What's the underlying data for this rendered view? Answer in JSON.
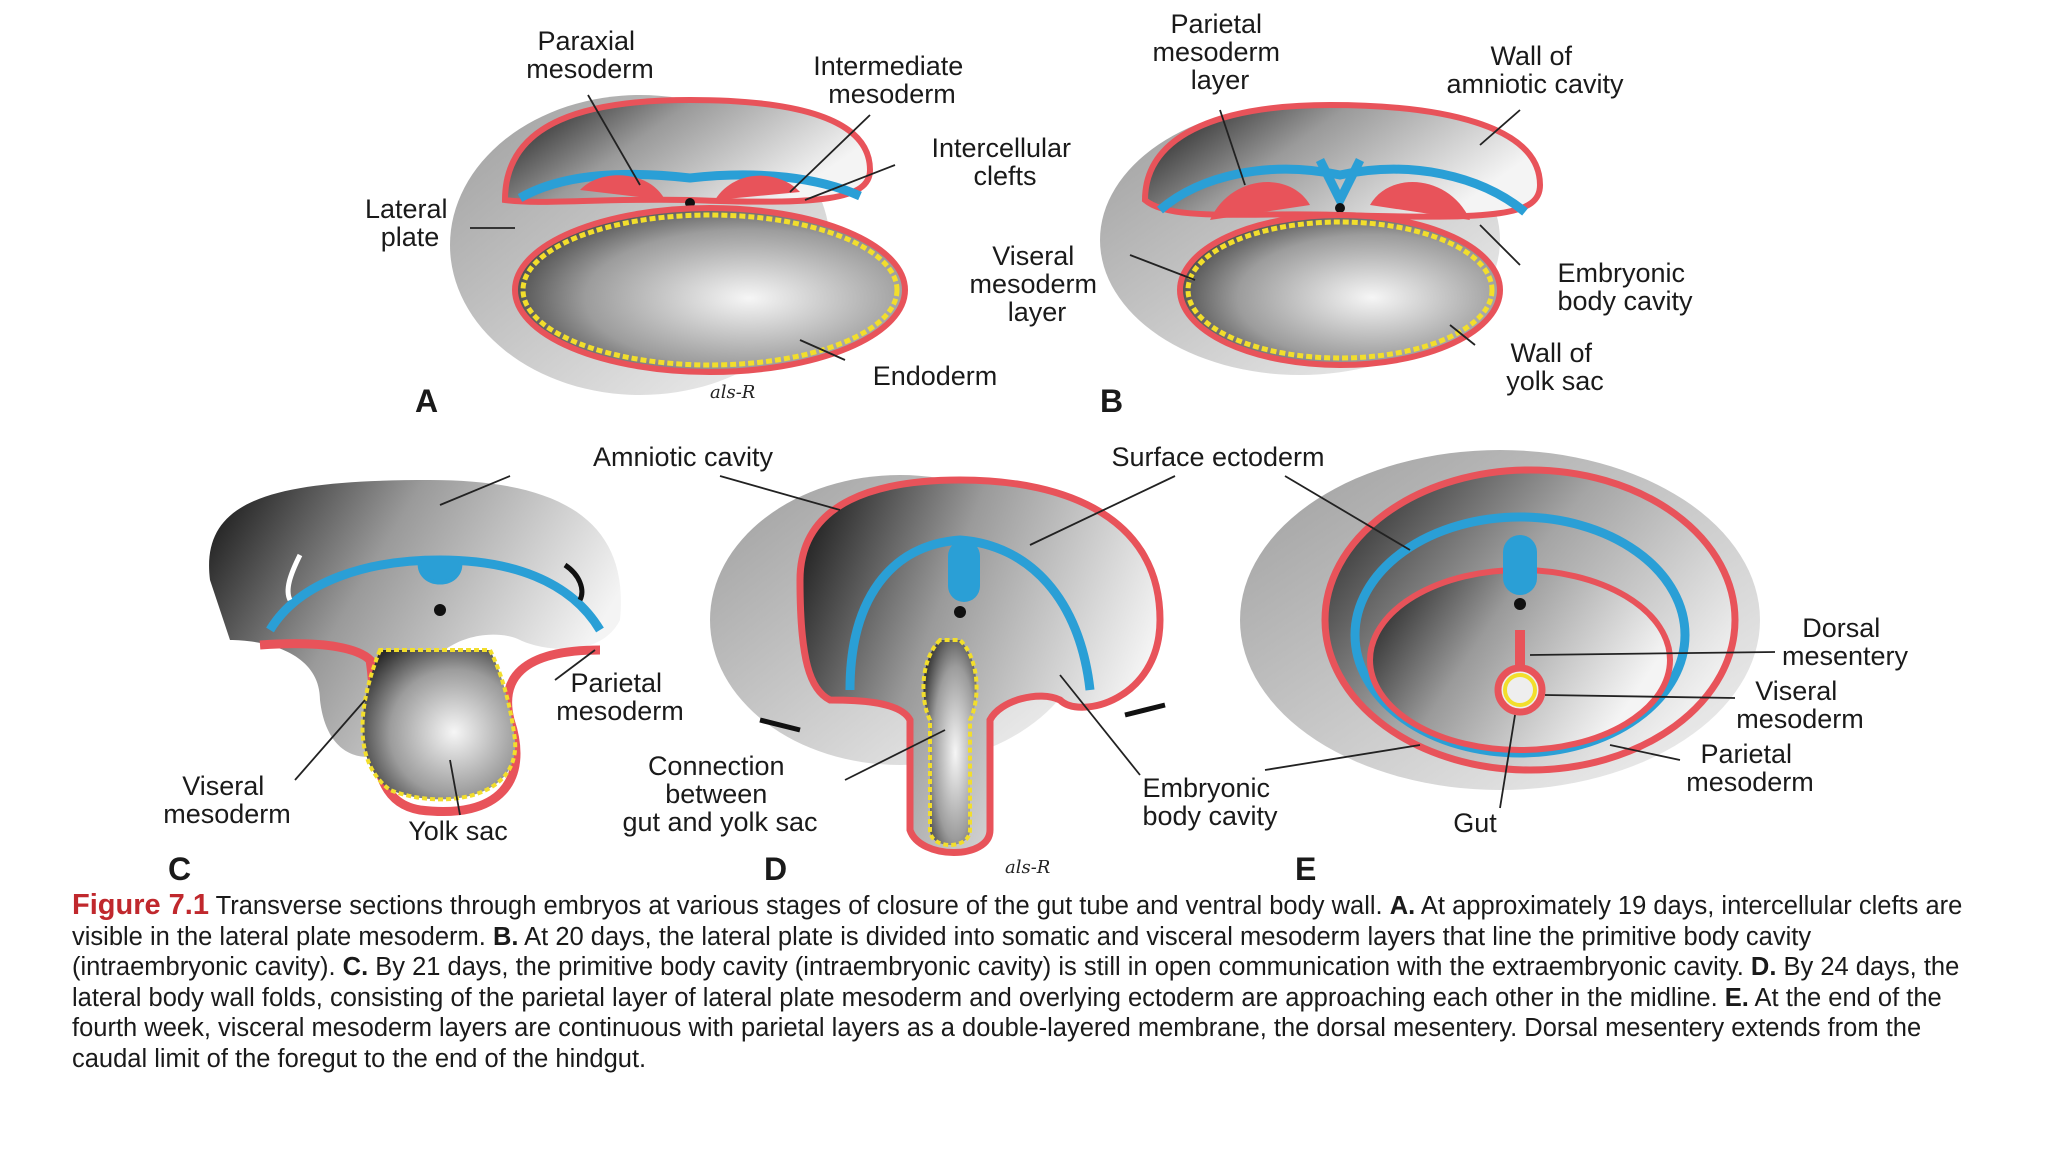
{
  "labels": {
    "paraxial": [
      "Paraxial",
      "mesoderm"
    ],
    "intermediate": [
      "Intermediate",
      "mesoderm"
    ],
    "intercellular": [
      "Intercellular",
      "clefts"
    ],
    "lateral_plate": [
      "Lateral",
      "plate"
    ],
    "endoderm": "Endoderm",
    "parietal_layer_b": [
      "Parietal",
      "mesoderm",
      "layer"
    ],
    "wall_amniotic": [
      "Wall of",
      "amniotic cavity"
    ],
    "visceral_layer_b": [
      "Viseral",
      "mesoderm",
      "layer"
    ],
    "embryonic_body_cavity_b": [
      "Embryonic",
      "body cavity"
    ],
    "wall_yolk_sac": [
      "Wall of",
      "yolk sac"
    ],
    "amniotic_cavity": "Amniotic cavity",
    "surface_ectoderm": "Surface ectoderm",
    "parietal_c": [
      "Parietal",
      "mesoderm"
    ],
    "visceral_c": [
      "Viseral",
      "mesoderm"
    ],
    "yolk_sac": "Yolk sac",
    "connection": [
      "Connection",
      "between",
      "gut and yolk sac"
    ],
    "embryonic_body_cavity_d": [
      "Embryonic",
      "body cavity"
    ],
    "dorsal_mesentery": [
      "Dorsal",
      "mesentery"
    ],
    "visceral_e": [
      "Viseral",
      "mesoderm"
    ],
    "parietal_e": [
      "Parietal",
      "mesoderm"
    ],
    "gut": "Gut"
  },
  "panels": [
    "A",
    "B",
    "C",
    "D",
    "E"
  ],
  "signature": "als-R",
  "caption": {
    "figure": "Figure 7.1",
    "intro": "Transverse sections through embryos at various stages of closure of the gut tube and ventral body wall.",
    "parts": [
      {
        "key": "A.",
        "text": "At approximately 19 days, intercellular clefts are visible in the lateral plate mesoderm."
      },
      {
        "key": "B.",
        "text": "At 20 days, the lateral plate is divided into somatic and visceral mesoderm layers that line the primitive body cavity (intraembryonic cavity)."
      },
      {
        "key": "C.",
        "text": "By 21 days, the primitive body cavity (intraembryonic cavity) is still in open communication with the extraembryonic cavity."
      },
      {
        "key": "D.",
        "text": "By 24 days, the lateral body wall folds, consisting of the parietal layer of lateral plate mesoderm and overlying ectoderm are approaching each other in the midline."
      },
      {
        "key": "E.",
        "text": "At the end of the fourth week, visceral mesoderm layers are continuous with parietal layers as a double-layered membrane, the dorsal mesentery. Dorsal mesentery extends from the caudal limit of the foregut to the end of the hindgut."
      }
    ]
  },
  "colors": {
    "mesoderm": "#e8535a",
    "ectoderm": "#2a9fd6",
    "endoderm": "#f2de2c",
    "caption_figure": "#c0282d"
  }
}
